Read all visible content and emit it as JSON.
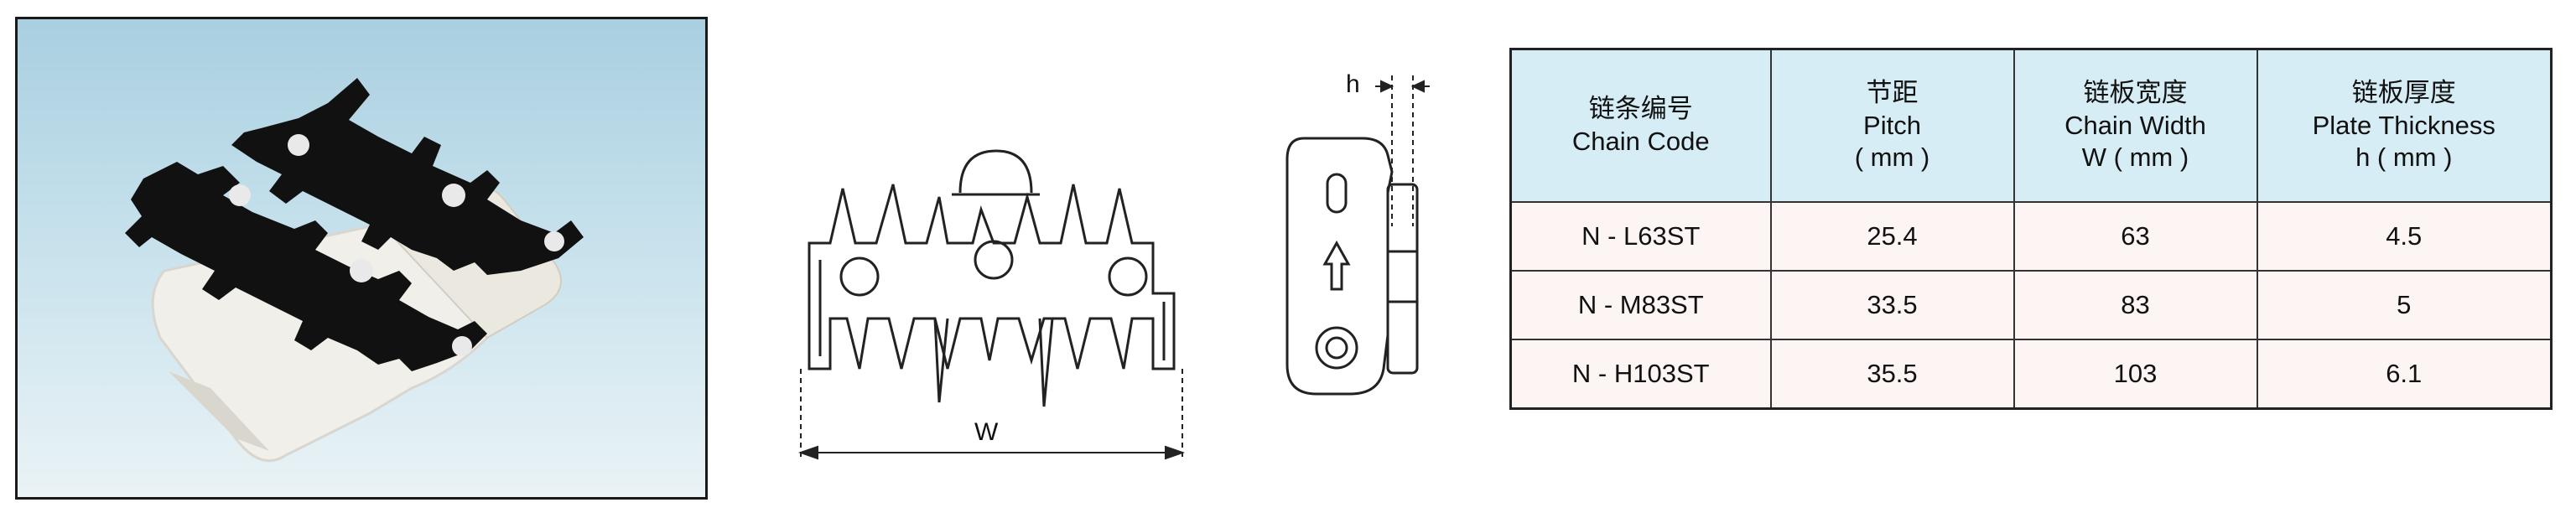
{
  "drawings": {
    "width_label": "W",
    "thickness_label": "h"
  },
  "table": {
    "headers": [
      {
        "zh": "链条编号",
        "en": "Chain Code",
        "unit": ""
      },
      {
        "zh": "节距",
        "en": "Pitch",
        "unit": "( mm )"
      },
      {
        "zh": "链板宽度",
        "en": "Chain Width",
        "unit": "W ( mm )"
      },
      {
        "zh": "链板厚度",
        "en": "Plate Thickness",
        "unit": "h ( mm )"
      }
    ],
    "rows": [
      [
        "N - L63ST",
        "25.4",
        "63",
        "4.5"
      ],
      [
        "N - M83ST",
        "33.5",
        "83",
        "5"
      ],
      [
        "N - H103ST",
        "35.5",
        "103",
        "6.1"
      ]
    ]
  }
}
